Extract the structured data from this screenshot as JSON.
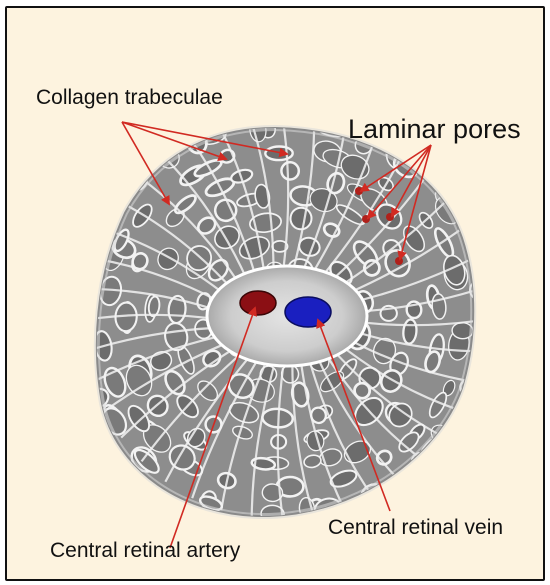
{
  "labels": {
    "collagen_trabeculae": "Collagen trabeculae",
    "laminar_pores": "Laminar pores",
    "central_retinal_artery": "Central retinal artery",
    "central_retinal_vein": "Central retinal vein"
  },
  "colors": {
    "background": "#fdf3df",
    "frame_border": "#111111",
    "disc_fill": "#8d8d8d",
    "pore_fill": "#6c6c6c",
    "trabecula_stroke": "#f2f2f2",
    "central_zone": "#cfcfcf",
    "artery": "#8b0f14",
    "vein": "#1a1fc0",
    "arrow": "#d12a22",
    "pore_marker": "#b0201a"
  }
}
